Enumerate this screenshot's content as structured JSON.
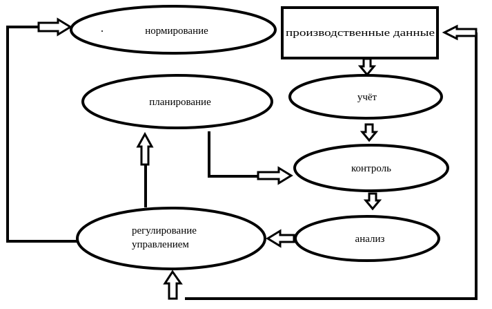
{
  "nodes": {
    "normirovanie": "нормирование",
    "production_data": "производственные данные",
    "planirovanie": "планирование",
    "uchet": "учёт",
    "kontrol": "контроль",
    "analiz": "анализ",
    "regulirovanie_line1": "регулирование",
    "regulirovanie_line2": "управлением"
  }
}
